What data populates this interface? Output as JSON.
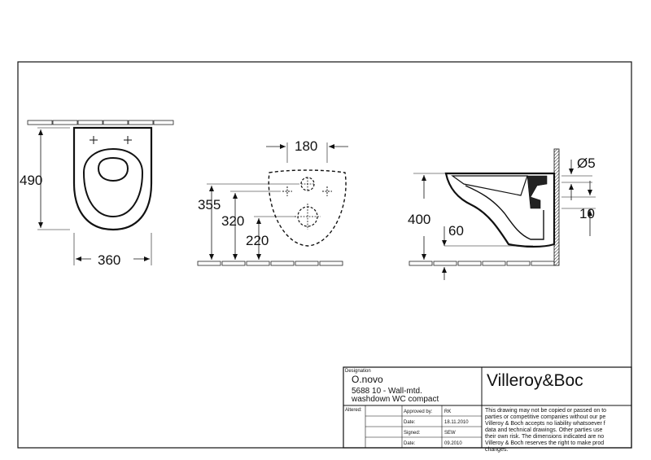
{
  "front_view": {
    "width_dim": "360",
    "height_dim": "490"
  },
  "fixing_view": {
    "spacing_dim": "180",
    "dims": [
      "355",
      "320",
      "220"
    ]
  },
  "side_view": {
    "height_dim": "400",
    "offset_dim": "60",
    "pipe_dim": "Ø5",
    "gap_dim": "10"
  },
  "title_block": {
    "designation_label": "Designation",
    "product_name": "O.novo",
    "product_desc_1": "5688 10 - Wall-mtd.",
    "product_desc_2": "washdown WC compact",
    "brand": "Villeroy&Boc",
    "altered_label": "Altered:",
    "approved_label": "Approved by:",
    "approved_value": "RK",
    "date_label_1": "Date:",
    "date_value_1": "18.11.2010",
    "signed_label": "Signed:",
    "signed_value": "SEW",
    "date_label_2": "Date:",
    "date_value_2": "09.2010",
    "disclaimer": [
      "This drawing may not be copied or passed on to",
      "parties or competitive companies without our pe",
      "Villeroy & Boch accepts no liability whatsoever f",
      "data and technical drawings. Other parties use",
      "their own risk. The dimensions indicated are no",
      "Villeroy & Boch reserves the right to make prod",
      "changes."
    ]
  }
}
